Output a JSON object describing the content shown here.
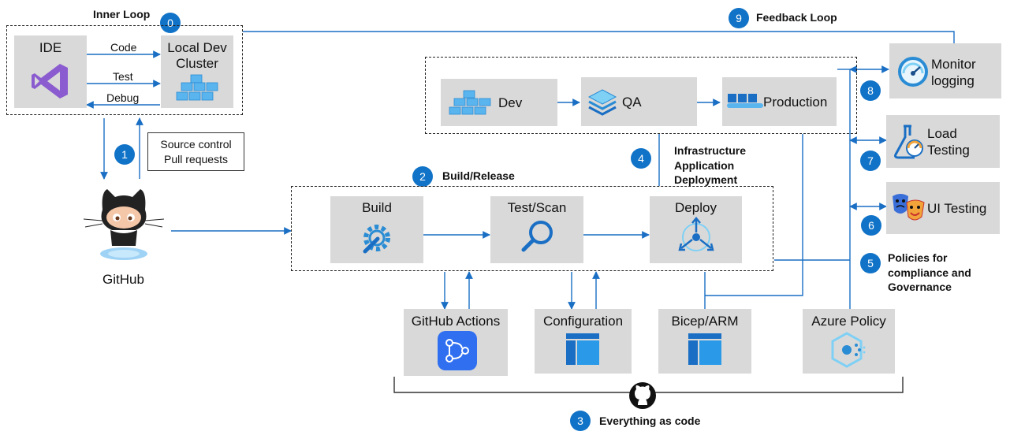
{
  "inner_loop": {
    "title": "Inner Loop",
    "badge": "0",
    "ide_label": "IDE",
    "cluster_label_1": "Local Dev",
    "cluster_label_2": "Cluster",
    "arrows": {
      "code": "Code",
      "test": "Test",
      "debug": "Debug"
    }
  },
  "feedback": {
    "badge": "9",
    "label": "Feedback Loop"
  },
  "source_control": {
    "badge": "1",
    "line1": "Source control",
    "line2": "Pull requests"
  },
  "github": {
    "label": "GitHub"
  },
  "environments": {
    "badge": "4",
    "dev": "Dev",
    "qa": "QA",
    "production": "Production",
    "caption_1": "Infrastructure",
    "caption_2": "Application",
    "caption_3": "Deployment"
  },
  "build_release": {
    "badge": "2",
    "title": "Build/Release",
    "build": "Build",
    "test_scan": "Test/Scan",
    "deploy": "Deploy"
  },
  "tools": {
    "github_actions": "GitHub Actions",
    "configuration": "Configuration",
    "bicep_arm": "Bicep/ARM",
    "azure_policy": "Azure Policy"
  },
  "everything_as_code": {
    "badge": "3",
    "label": "Everything as code"
  },
  "policies": {
    "badge": "5",
    "line1": "Policies for",
    "line2": "compliance and",
    "line3": "Governance"
  },
  "right_panel": {
    "monitor": {
      "badge": "8",
      "line1": "Monitor",
      "line2": "logging"
    },
    "load": {
      "badge": "7",
      "line1": "Load",
      "line2": "Testing"
    },
    "ui": {
      "badge": "6",
      "label": "UI Testing"
    }
  },
  "colors": {
    "accent": "#1173c7",
    "box": "#d9d9d9",
    "arrow": "#1a6fc4"
  }
}
